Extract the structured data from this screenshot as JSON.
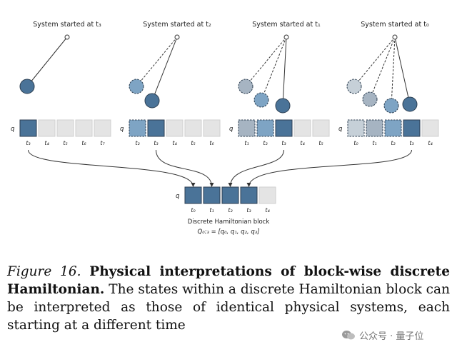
{
  "figure": {
    "panels": [
      {
        "title": "System started at t₃",
        "times": [
          "t₃",
          "t₄",
          "t₅",
          "t₆",
          "t₇"
        ]
      },
      {
        "title": "System started at t₂",
        "times": [
          "t₂",
          "t₃",
          "t₄",
          "t₅",
          "t₆"
        ]
      },
      {
        "title": "System started at t₁",
        "times": [
          "t₁",
          "t₂",
          "t₃",
          "t₄",
          "t₅"
        ]
      },
      {
        "title": "System started at t₀",
        "times": [
          "t₀",
          "t₁",
          "t₂",
          "t₃",
          "t₄"
        ]
      }
    ],
    "q_label": "q",
    "bottom_times": [
      "t₀",
      "t₁",
      "t₂",
      "t₃",
      "t₄"
    ],
    "bottom_caption": "Discrete Hamiltonian block",
    "bottom_formula": "Q₀:₃ = [q₀, q₁, q₂, q₃]",
    "colors": {
      "dark": "#4a7398",
      "mid": "#7ea4c4",
      "light": "#a6b4c2",
      "lighter": "#c6d0d8",
      "empty": "#e4e4e4"
    }
  },
  "caption": {
    "label": "Figure 16.",
    "title": "Physical interpretations of block-wise discrete Hamiltonian.",
    "body": "The states within a discrete Hamiltonian block can be interpreted as those of identical physical systems, each starting at a different time"
  },
  "watermark": {
    "text": "公众号 · 量子位"
  }
}
